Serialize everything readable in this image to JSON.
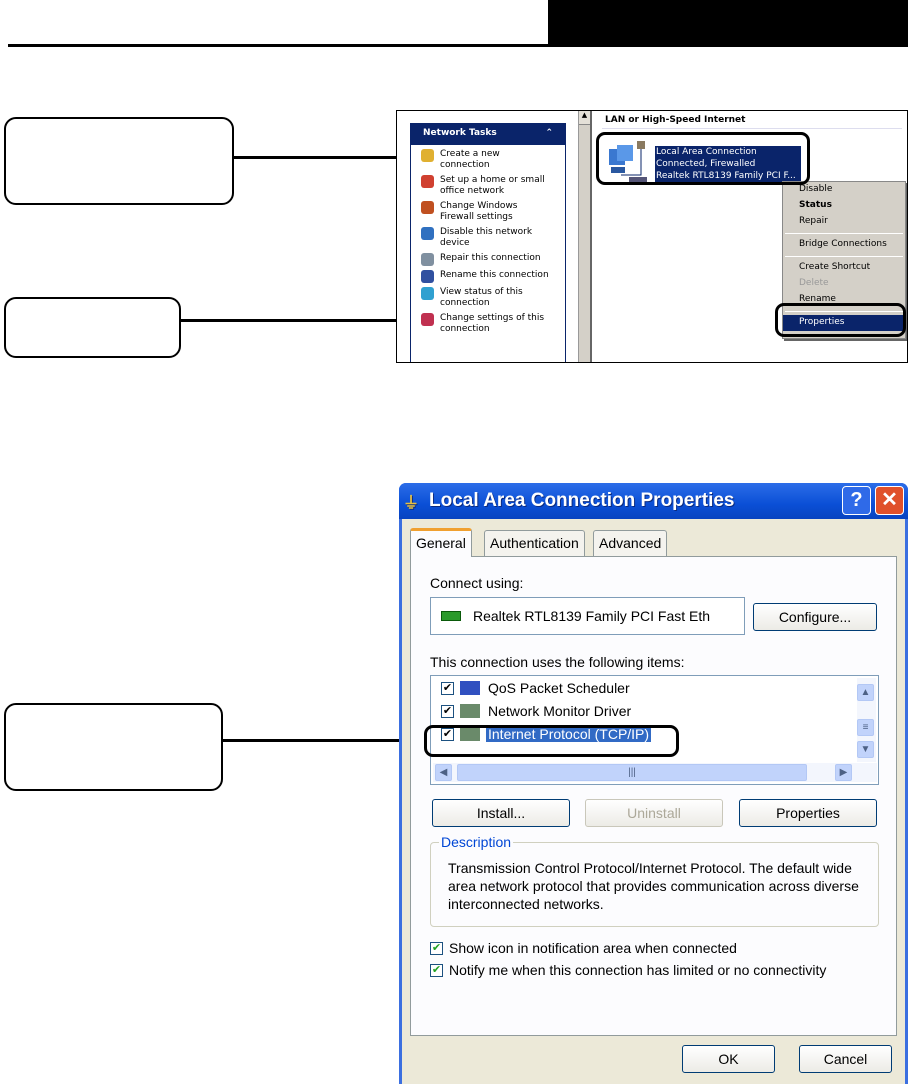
{
  "screenshot1": {
    "network_tasks": {
      "title": "Network Tasks",
      "collapse_icon": "double-chevron-up-icon",
      "items": [
        {
          "label": "Create a new connection",
          "icon": "new-connection-icon"
        },
        {
          "label": "Set up a home or small office network",
          "icon": "home-network-icon"
        },
        {
          "label": "Change Windows Firewall settings",
          "icon": "firewall-icon"
        },
        {
          "label": "Disable this network device",
          "icon": "disable-network-icon"
        },
        {
          "label": "Repair this connection",
          "icon": "repair-icon"
        },
        {
          "label": "Rename this connection",
          "icon": "rename-icon"
        },
        {
          "label": "View status of this connection",
          "icon": "status-icon"
        },
        {
          "label": "Change settings of this connection",
          "icon": "settings-icon"
        }
      ]
    },
    "group_title": "LAN or High-Speed Internet",
    "connection": {
      "name": "Local Area Connection",
      "status": "Connected, Firewalled",
      "device": "Realtek RTL8139 Family PCI F..."
    },
    "context_menu": [
      {
        "label": "Disable"
      },
      {
        "label": "Status",
        "bold": true
      },
      {
        "label": "Repair"
      },
      {
        "sep": true
      },
      {
        "label": "Bridge Connections"
      },
      {
        "sep": true
      },
      {
        "label": "Create Shortcut"
      },
      {
        "label": "Delete",
        "disabled": true
      },
      {
        "label": "Rename"
      },
      {
        "sep": true
      },
      {
        "label": "Properties",
        "selected": true
      }
    ]
  },
  "dialog": {
    "title": "Local Area Connection Properties",
    "help": "?",
    "close": "✕",
    "tabs": [
      "General",
      "Authentication",
      "Advanced"
    ],
    "connect_using_label": "Connect using:",
    "adapter": "Realtek RTL8139 Family PCI Fast Eth",
    "configure": "Configure...",
    "items_label": "This connection uses the following items:",
    "items": [
      {
        "label": "QoS Packet Scheduler",
        "checked": true
      },
      {
        "label": "Network Monitor Driver",
        "checked": true
      },
      {
        "label": "Internet Protocol (TCP/IP)",
        "checked": true,
        "selected": true
      }
    ],
    "install": "Install...",
    "uninstall": "Uninstall",
    "properties": "Properties",
    "description_label": "Description",
    "description": "Transmission Control Protocol/Internet Protocol. The default wide area network protocol that provides communication across diverse interconnected networks.",
    "show_icon": "Show icon in notification area when connected",
    "notify": "Notify me when this connection has limited or no connectivity",
    "ok": "OK",
    "cancel": "Cancel"
  },
  "colors": {
    "xp_blue": "#0a4fd6",
    "selection": "#0a246a",
    "dialog_bg": "#ece9d8"
  }
}
